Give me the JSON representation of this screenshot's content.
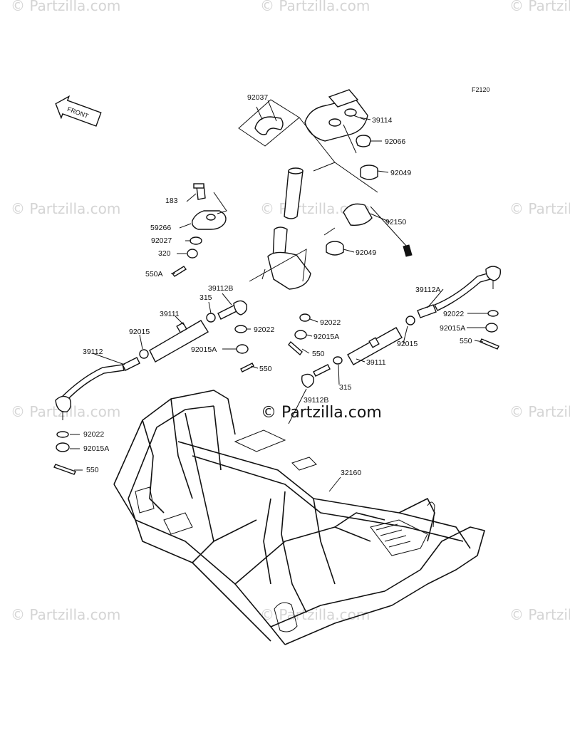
{
  "diagram": {
    "ref_code": "F2120",
    "front_label": "FRONT",
    "watermark_main": "© Partzilla.com",
    "watermark_faint": "© Partzilla.com",
    "labels": [
      {
        "key": "p92037",
        "text": "92037"
      },
      {
        "key": "p39114",
        "text": "39114"
      },
      {
        "key": "p92066",
        "text": "92066"
      },
      {
        "key": "p92049a",
        "text": "92049"
      },
      {
        "key": "p92150",
        "text": "92150"
      },
      {
        "key": "p92049b",
        "text": "92049"
      },
      {
        "key": "p183",
        "text": "183"
      },
      {
        "key": "p59266",
        "text": "59266"
      },
      {
        "key": "p92027",
        "text": "92027"
      },
      {
        "key": "p320",
        "text": "320"
      },
      {
        "key": "p550A_l",
        "text": "550A"
      },
      {
        "key": "p39112B_l",
        "text": "39112B"
      },
      {
        "key": "p315_l",
        "text": "315"
      },
      {
        "key": "p39111_l",
        "text": "39111"
      },
      {
        "key": "p92015_l",
        "text": "92015"
      },
      {
        "key": "p39112",
        "text": "39112"
      },
      {
        "key": "p92022_c",
        "text": "92022"
      },
      {
        "key": "p92015A_c",
        "text": "92015A"
      },
      {
        "key": "p550_c",
        "text": "550"
      },
      {
        "key": "p92022_cr",
        "text": "92022"
      },
      {
        "key": "p92015A_cr",
        "text": "92015A"
      },
      {
        "key": "p550_cr",
        "text": "550"
      },
      {
        "key": "p39111_r",
        "text": "39111"
      },
      {
        "key": "p315_r",
        "text": "315"
      },
      {
        "key": "p39112B_r",
        "text": "39112B"
      },
      {
        "key": "p92015_r",
        "text": "92015"
      },
      {
        "key": "p39112A",
        "text": "39112A"
      },
      {
        "key": "p92022_r",
        "text": "92022"
      },
      {
        "key": "p92015A_r",
        "text": "92015A"
      },
      {
        "key": "p550_r",
        "text": "550"
      },
      {
        "key": "p92022_bl",
        "text": "92022"
      },
      {
        "key": "p92015A_bl",
        "text": "92015A"
      },
      {
        "key": "p550_bl",
        "text": "550"
      },
      {
        "key": "p32160",
        "text": "32160"
      }
    ]
  }
}
